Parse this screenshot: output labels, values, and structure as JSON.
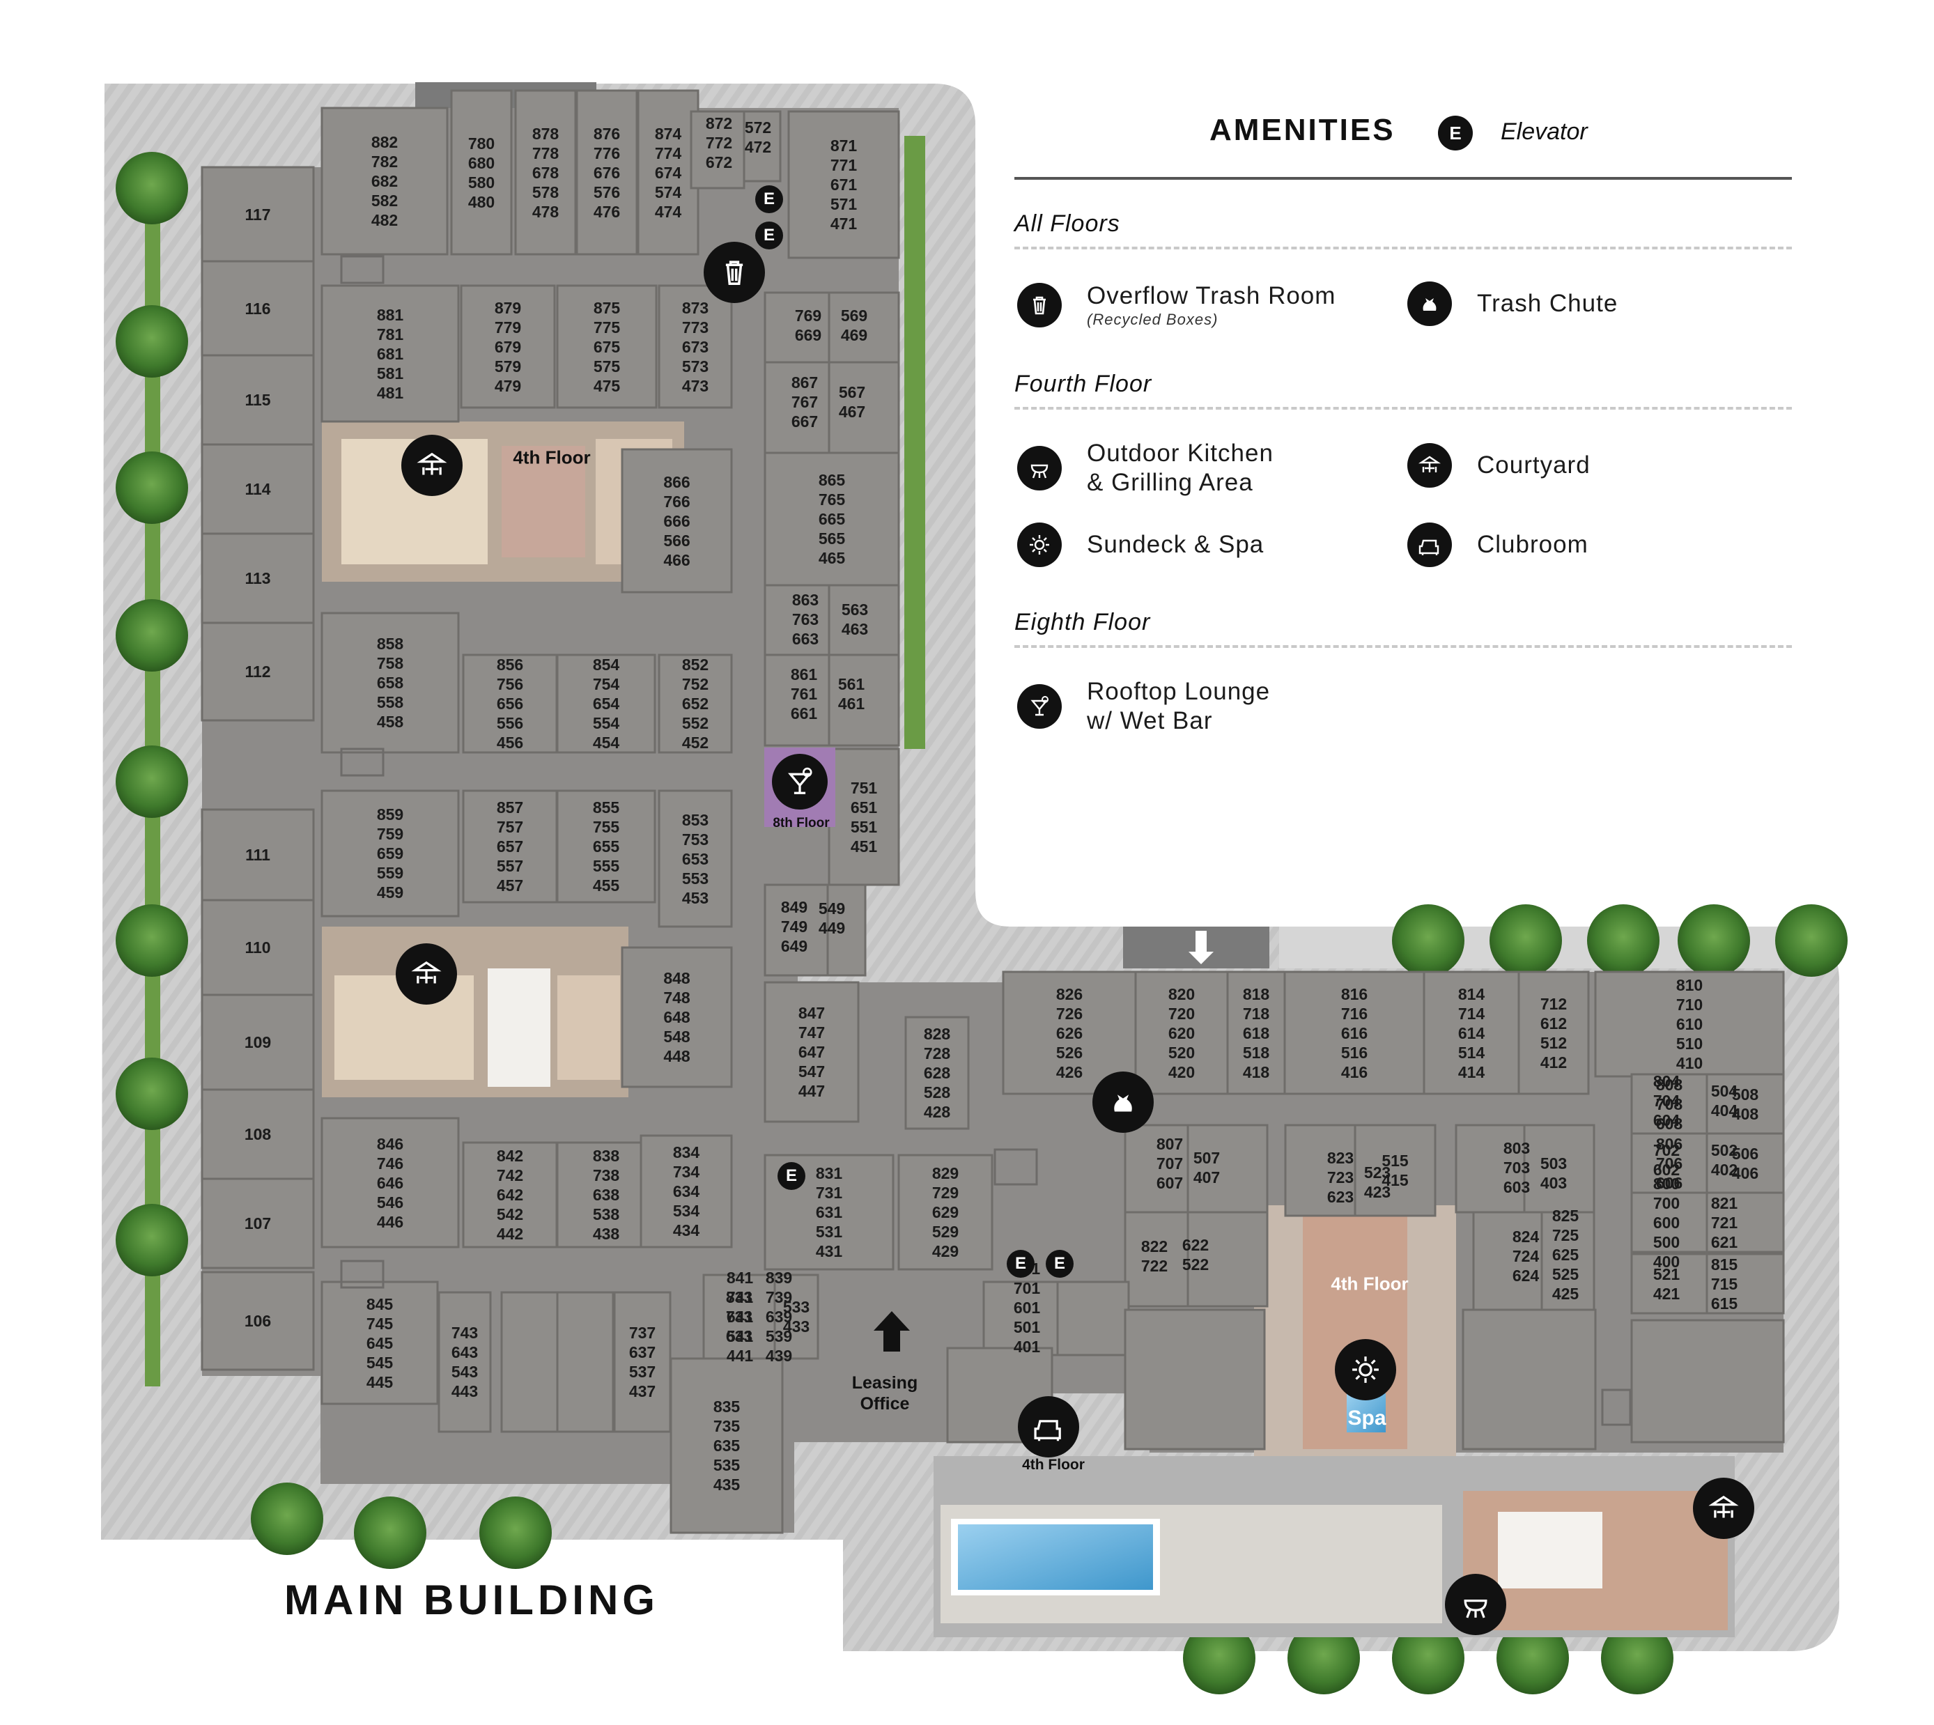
{
  "map_title": "MAIN BUILDING",
  "legend": {
    "heading": "AMENITIES",
    "elevator_badge": "E",
    "elevator_label": "Elevator",
    "sections": [
      {
        "title": "All Floors",
        "items": [
          {
            "icon": "trash-can-icon",
            "label": "Overflow Trash Room",
            "sub": "(Recycled Boxes)"
          },
          {
            "icon": "trash-bag-icon",
            "label": "Trash Chute"
          }
        ]
      },
      {
        "title": "Fourth Floor",
        "items": [
          {
            "icon": "grill-icon",
            "label": "Outdoor Kitchen\n& Grilling Area"
          },
          {
            "icon": "courtyard-umbrella-icon",
            "label": "Courtyard"
          },
          {
            "icon": "sun-icon",
            "label": "Sundeck & Spa"
          },
          {
            "icon": "armchair-icon",
            "label": "Clubroom"
          }
        ]
      },
      {
        "title": "Eighth Floor",
        "items": [
          {
            "icon": "cocktail-icon",
            "label": "Rooftop Lounge\nw/ Wet Bar"
          }
        ]
      }
    ]
  },
  "map_labels": {
    "fourth_floor": "4th Floor",
    "eighth_floor": "8th Floor",
    "spa": "Spa",
    "leasing_office": "Leasing\nOffice",
    "elevator": "E"
  },
  "units": [
    "117",
    "116",
    "115",
    "114",
    "113",
    "112",
    "111",
    "110",
    "109",
    "108",
    "107",
    "106",
    "882\n782\n682\n582\n482",
    "780\n680\n580\n480",
    "878\n778\n678\n578\n478",
    "876\n776\n676\n576\n476",
    "874\n774\n674\n574\n474",
    "872\n772\n672",
    "572\n472",
    "871\n771\n671\n571\n471",
    "881\n781\n681\n581\n481",
    "879\n779\n679\n579\n479",
    "875\n775\n675\n575\n475",
    "873\n773\n673\n573\n473",
    "769\n669",
    "569\n469",
    "867\n767\n667",
    "567\n467",
    "866\n766\n666\n566\n466",
    "865\n765\n665\n565\n465",
    "863\n763\n663",
    "563\n463",
    "858\n758\n658\n558\n458",
    "856\n756\n656\n556\n456",
    "854\n754\n654\n554\n454",
    "852\n752\n652\n552\n452",
    "861\n761\n661",
    "561\n461",
    "751\n651\n551\n451",
    "859\n759\n659\n559\n459",
    "857\n757\n657\n557\n457",
    "855\n755\n655\n555\n455",
    "853\n753\n653\n553\n453",
    "849\n749\n649",
    "549\n449",
    "848\n748\n648\n548\n448",
    "847\n747\n647\n547\n447",
    "828\n728\n628\n528\n428",
    "846\n746\n646\n546\n446",
    "842\n742\n642\n542\n442",
    "838\n738\n638\n538\n438",
    "834\n734\n634\n534\n434",
    "831\n731\n631\n531\n431",
    "829\n729\n629\n529\n429",
    "845\n745\n645\n545\n445",
    "743\n643\n543\n443",
    "841\n741\n641\n541\n441",
    "839\n739\n639\n539\n439",
    "737\n637\n537\n437",
    "833\n733\n633",
    "533\n433",
    "835\n735\n635\n535\n435",
    "826\n726\n626\n526\n426",
    "820\n720\n620\n520\n420",
    "818\n718\n618\n518\n418",
    "816\n716\n616\n516\n416",
    "814\n714\n614\n514\n414",
    "712\n612\n512\n412",
    "810\n710\n610\n510\n410",
    "808\n708\n608",
    "508\n408",
    "806\n706\n606",
    "506\n406",
    "804\n704\n604",
    "504\n404",
    "702\n602",
    "502\n402",
    "800\n700\n600\n500\n400",
    "821\n721\n621",
    "521\n421",
    "815\n715\n615",
    "515\n415",
    "807\n707\n607",
    "507\n407",
    "823\n723\n623",
    "523\n423",
    "803\n703\n603",
    "503\n403",
    "822\n722",
    "622\n522",
    "824\n724\n624",
    "825\n725\n625\n525\n425",
    "801\n701\n601\n501\n401"
  ]
}
